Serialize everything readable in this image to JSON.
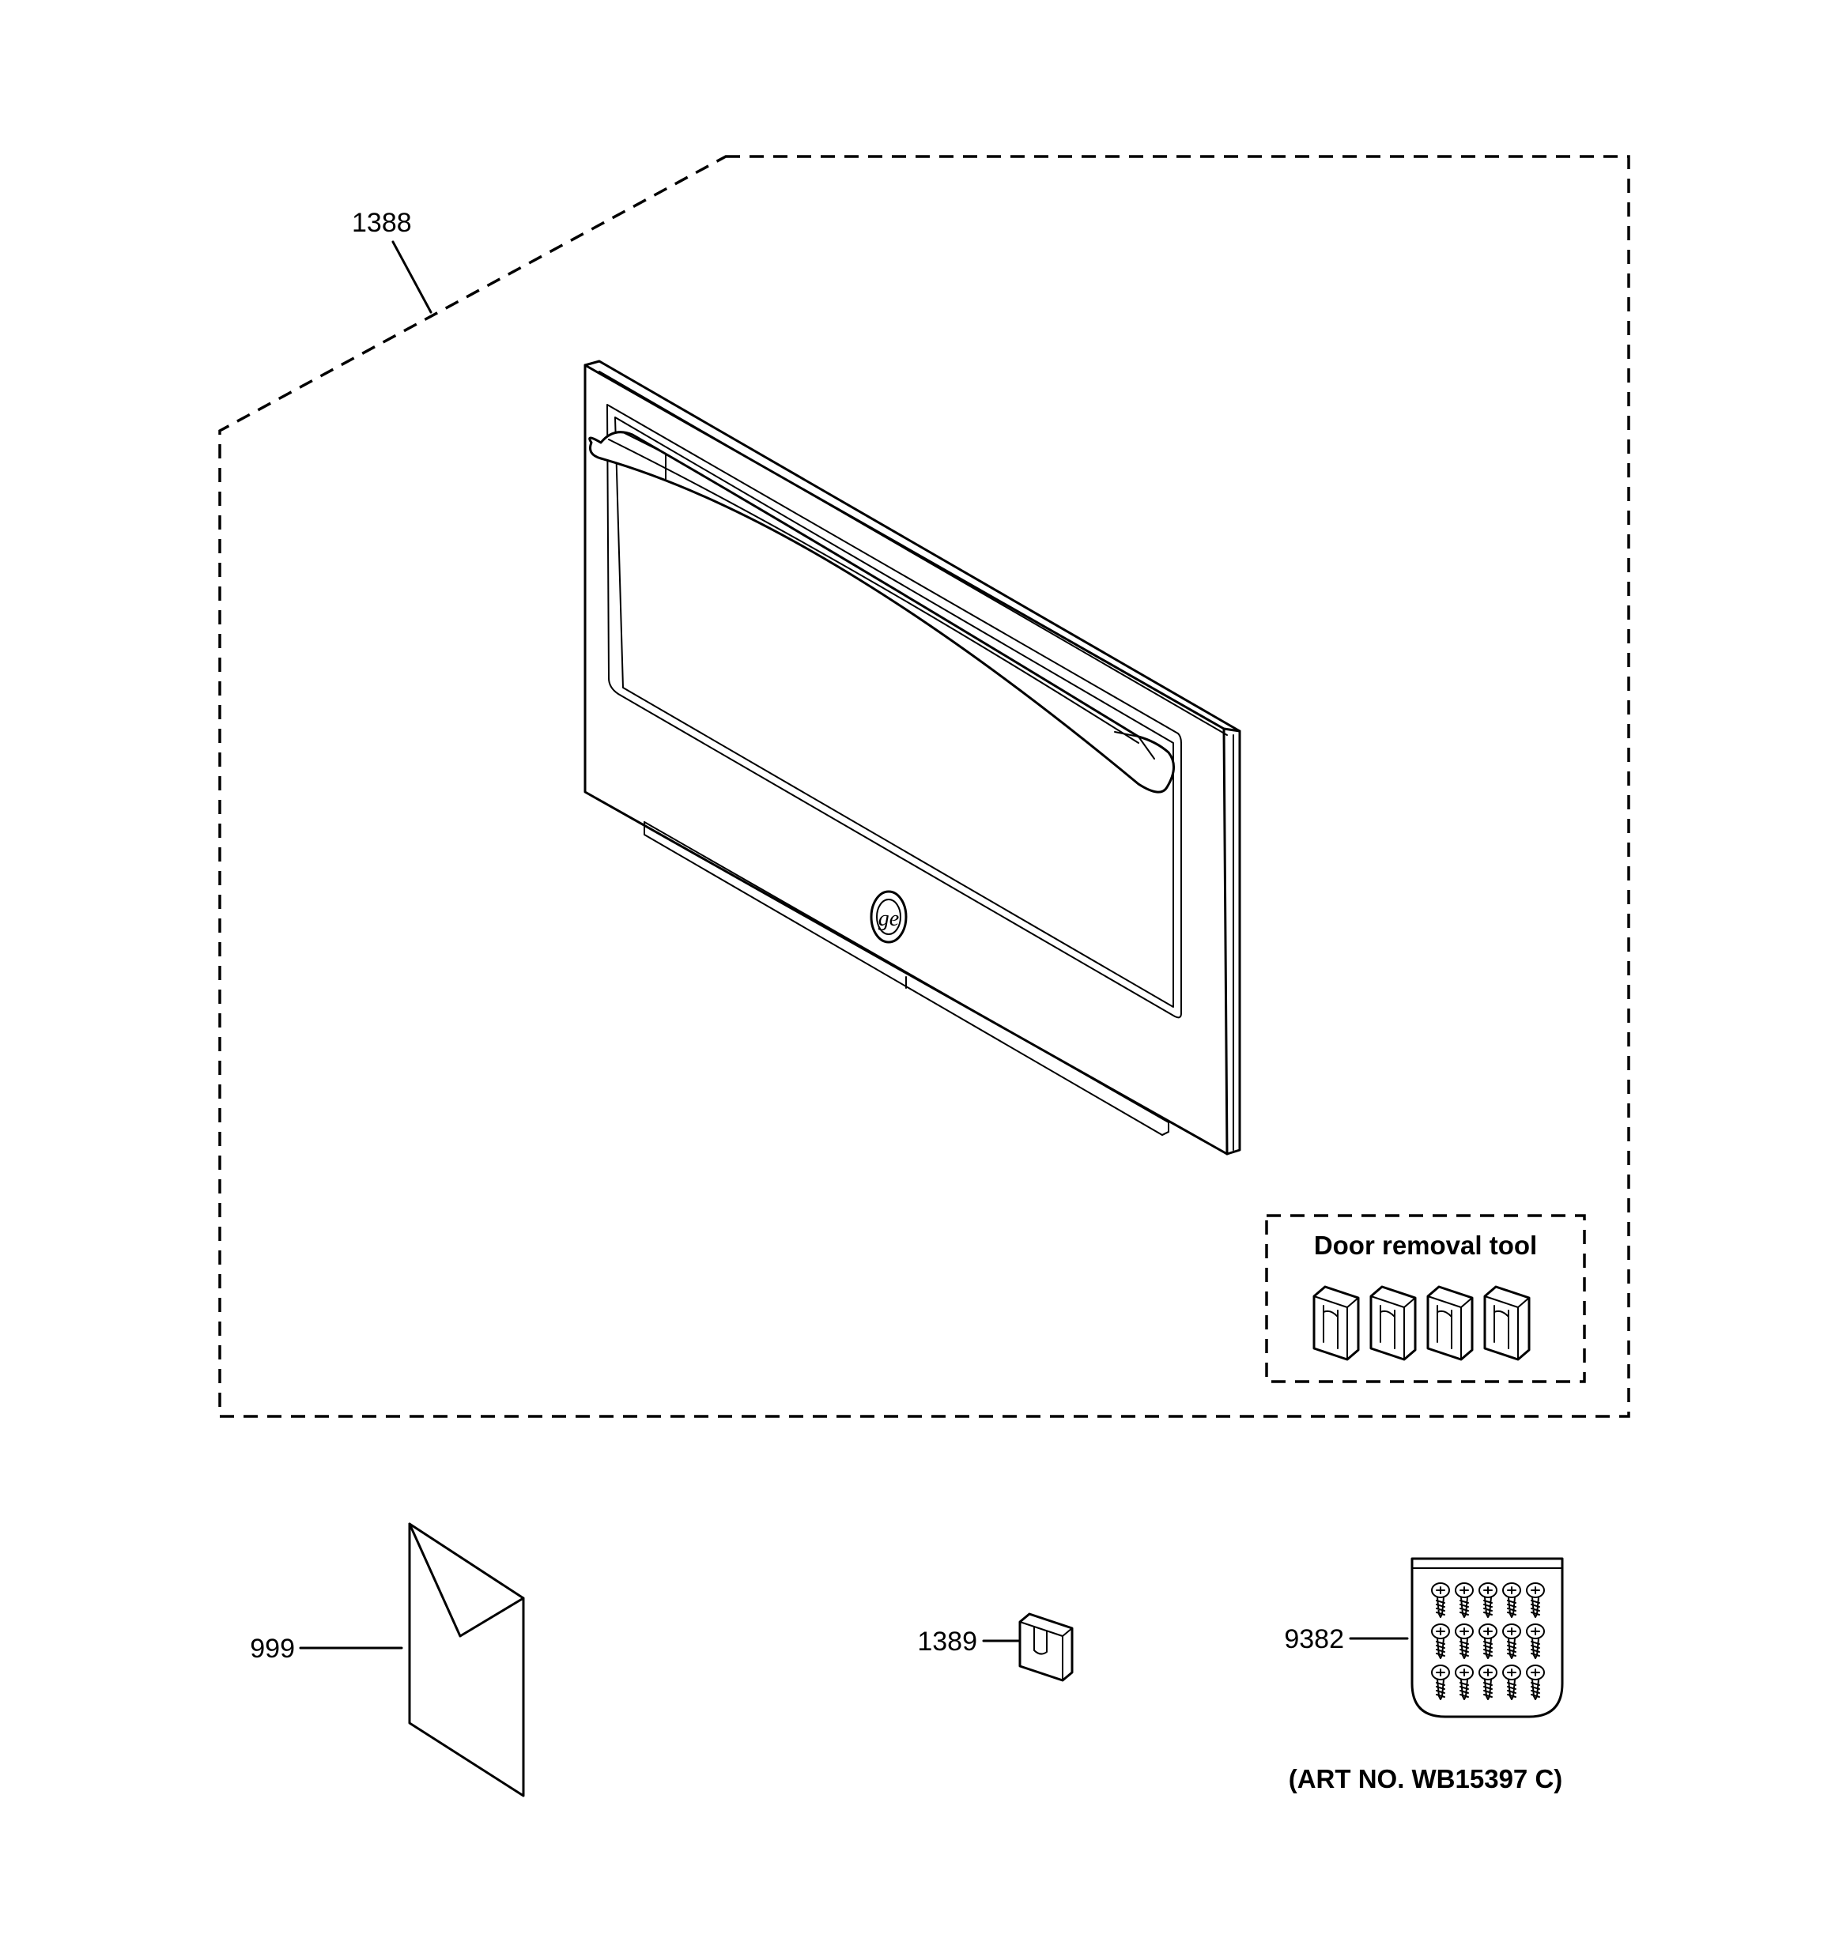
{
  "callouts": {
    "door_assembly": "1388",
    "literature": "999",
    "door_removal_tool_part": "1389",
    "screw_kit": "9382"
  },
  "door_removal_tool_label": "Door removal tool",
  "art_number": "(ART NO. WB15397 C)"
}
